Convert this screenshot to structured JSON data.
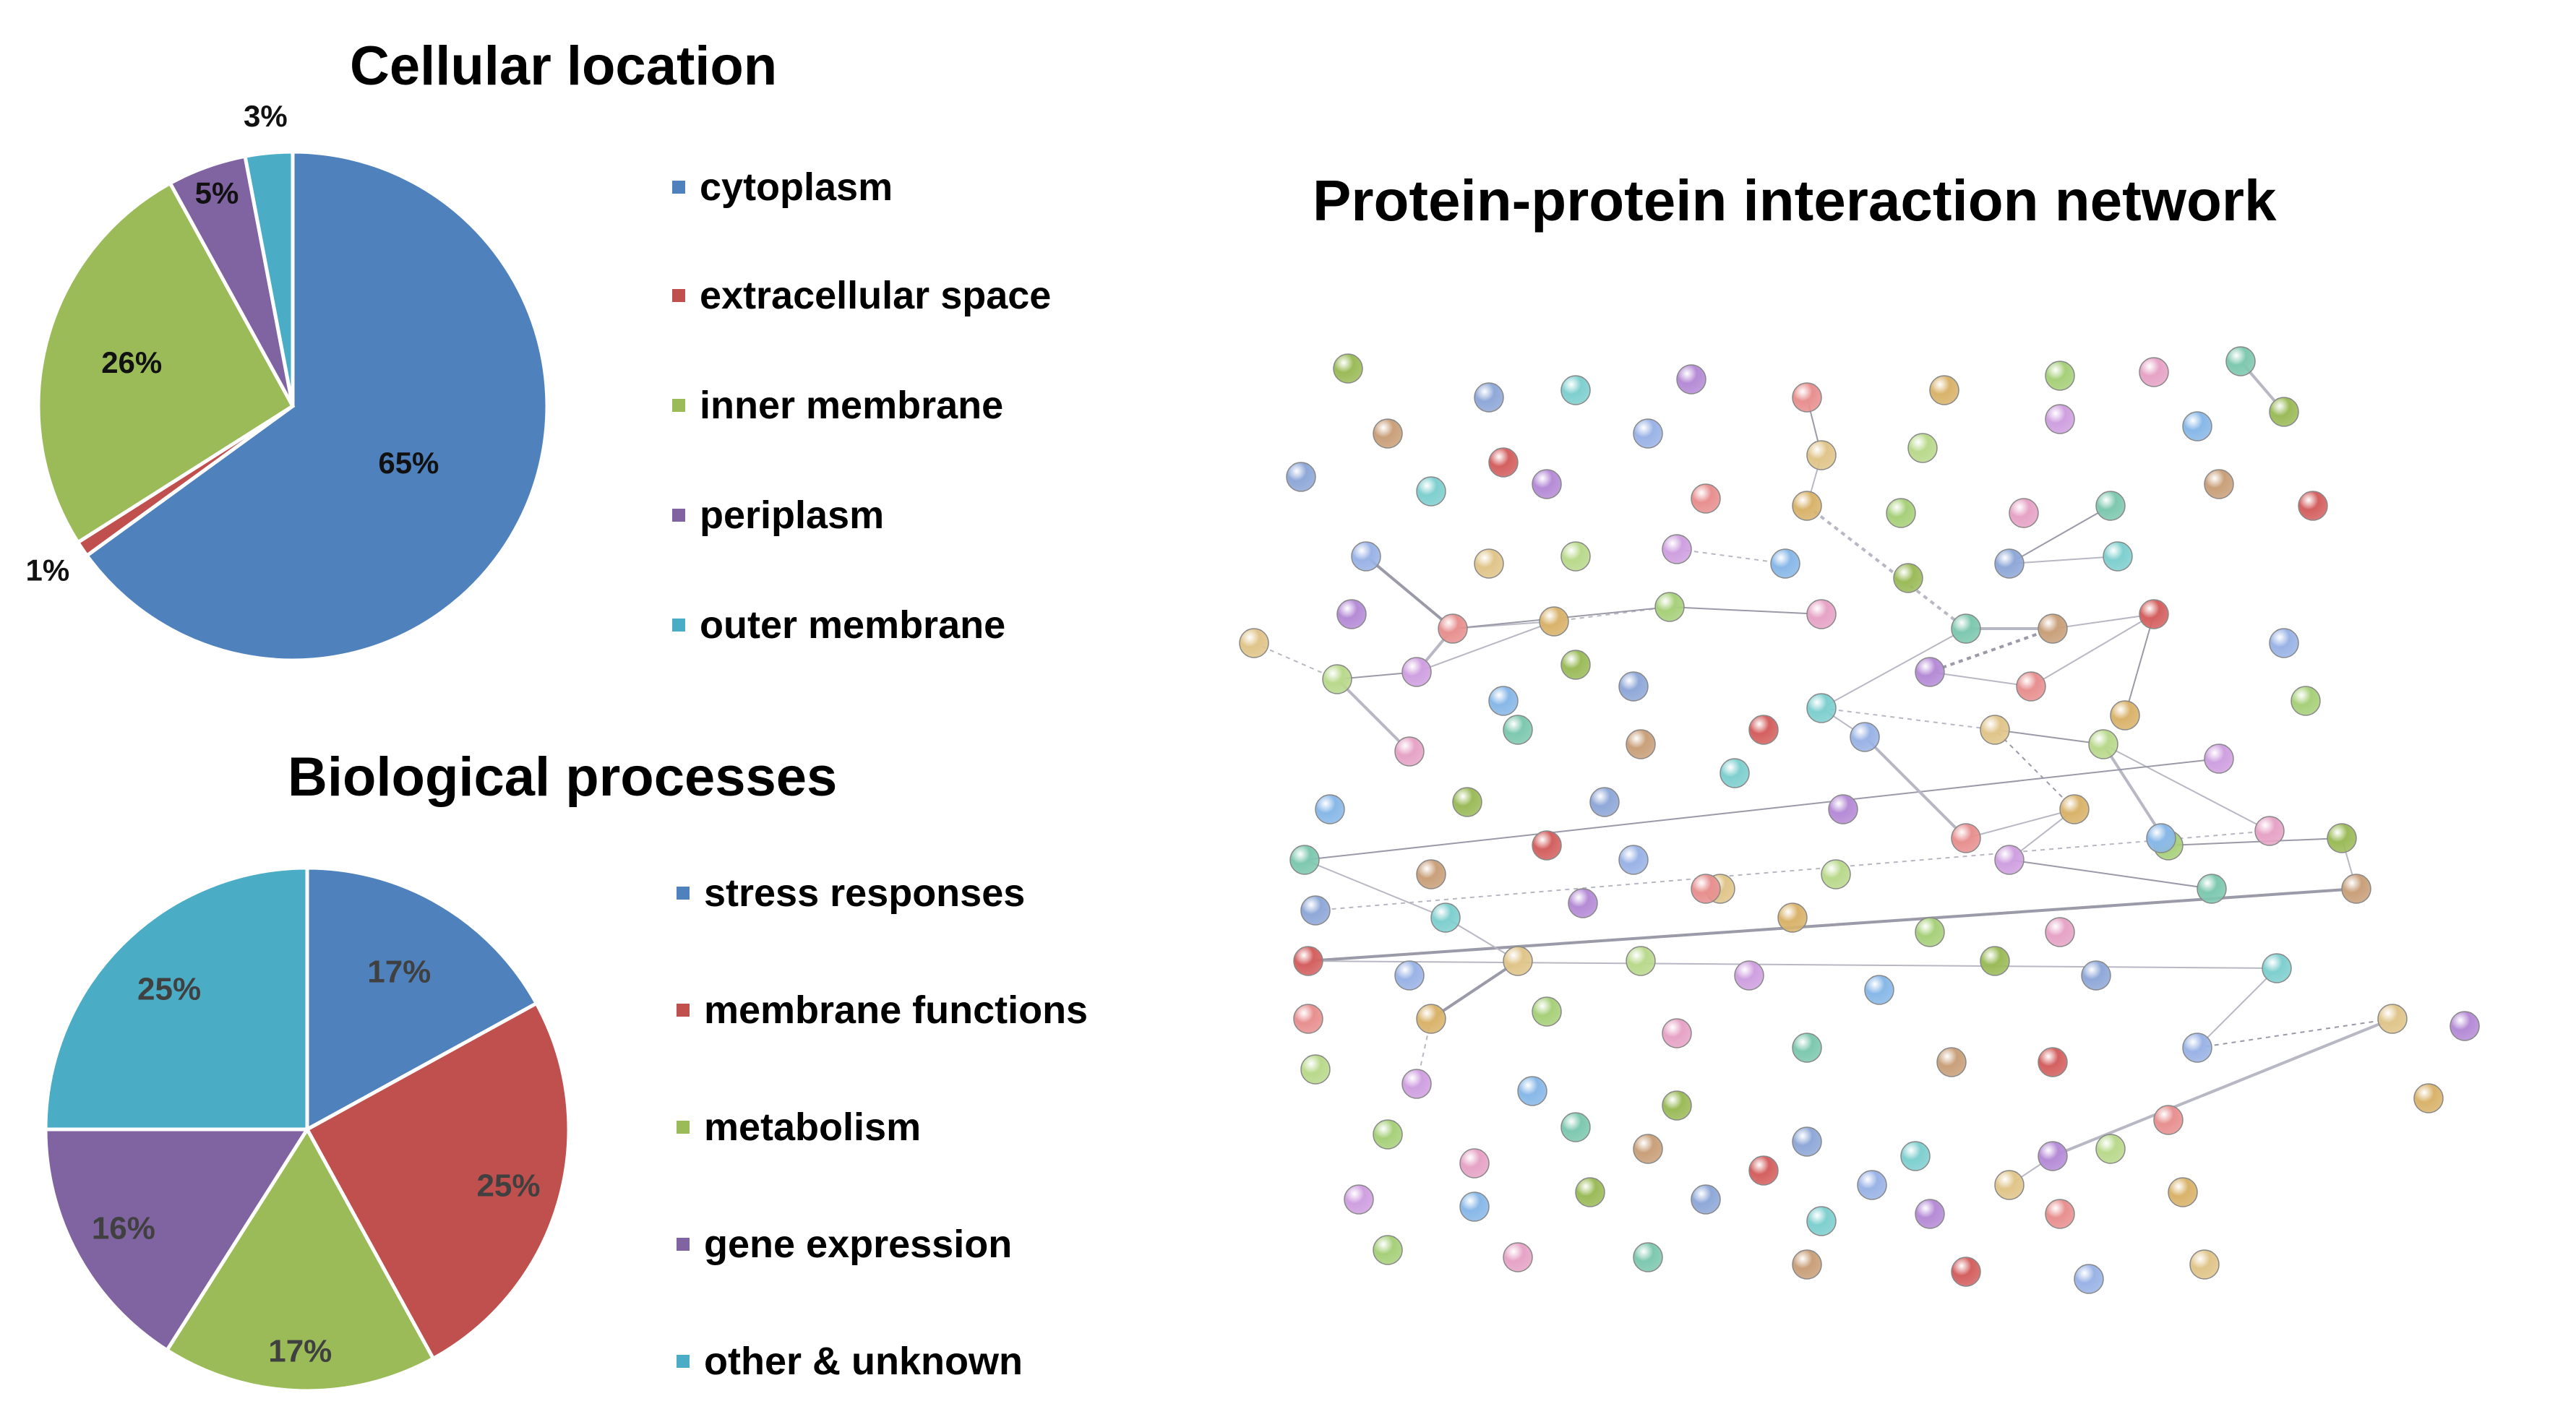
{
  "chart_data": [
    {
      "type": "pie",
      "title": "Cellular location",
      "categories": [
        "cytoplasm",
        "extracellular space",
        "inner membrane",
        "periplasm",
        "outer membrane"
      ],
      "values": [
        65,
        1,
        26,
        5,
        3
      ],
      "data_labels": [
        "65%",
        "1%",
        "26%",
        "5%",
        "3%"
      ],
      "colors": [
        "#4F81BD",
        "#C0504D",
        "#9BBB59",
        "#8064A2",
        "#4BACC6"
      ],
      "legend_position": "right"
    },
    {
      "type": "pie",
      "title": "Biological processes",
      "categories": [
        "stress responses",
        "membrane functions",
        "metabolism",
        "gene expression",
        "other & unknown"
      ],
      "values": [
        17,
        25,
        17,
        16,
        25
      ],
      "data_labels": [
        "17%",
        "25%",
        "17%",
        "16%",
        "25%"
      ],
      "colors": [
        "#4F81BD",
        "#C0504D",
        "#9BBB59",
        "#8064A2",
        "#4BACC6"
      ],
      "legend_position": "right"
    }
  ],
  "network": {
    "title": "Protein-protein interaction network"
  }
}
